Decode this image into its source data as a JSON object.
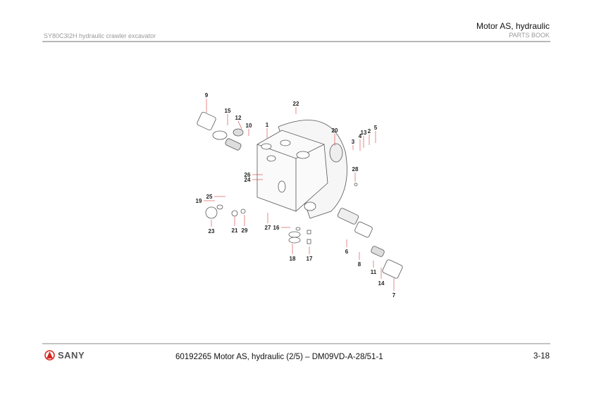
{
  "header": {
    "title": "Motor AS, hydraulic",
    "model": "SY80C3I2H hydraulic crawler excavator",
    "book": "PARTS BOOK"
  },
  "footer": {
    "logo_text": "SANY",
    "caption": "60192265 Motor AS, hydraulic (2/5) – DM09VD-A-28/51-1",
    "page_number": "3-18"
  },
  "drawing": {
    "callouts": [
      "9",
      "15",
      "12",
      "10",
      "1",
      "22",
      "20",
      "3",
      "4",
      "13",
      "2",
      "5",
      "28",
      "26",
      "24",
      "25",
      "19",
      "23",
      "21",
      "29",
      "27",
      "16",
      "18",
      "17",
      "6",
      "8",
      "11",
      "14",
      "7"
    ]
  },
  "colors": {
    "leader": "#d23a3a",
    "brand": "#d7261e"
  }
}
